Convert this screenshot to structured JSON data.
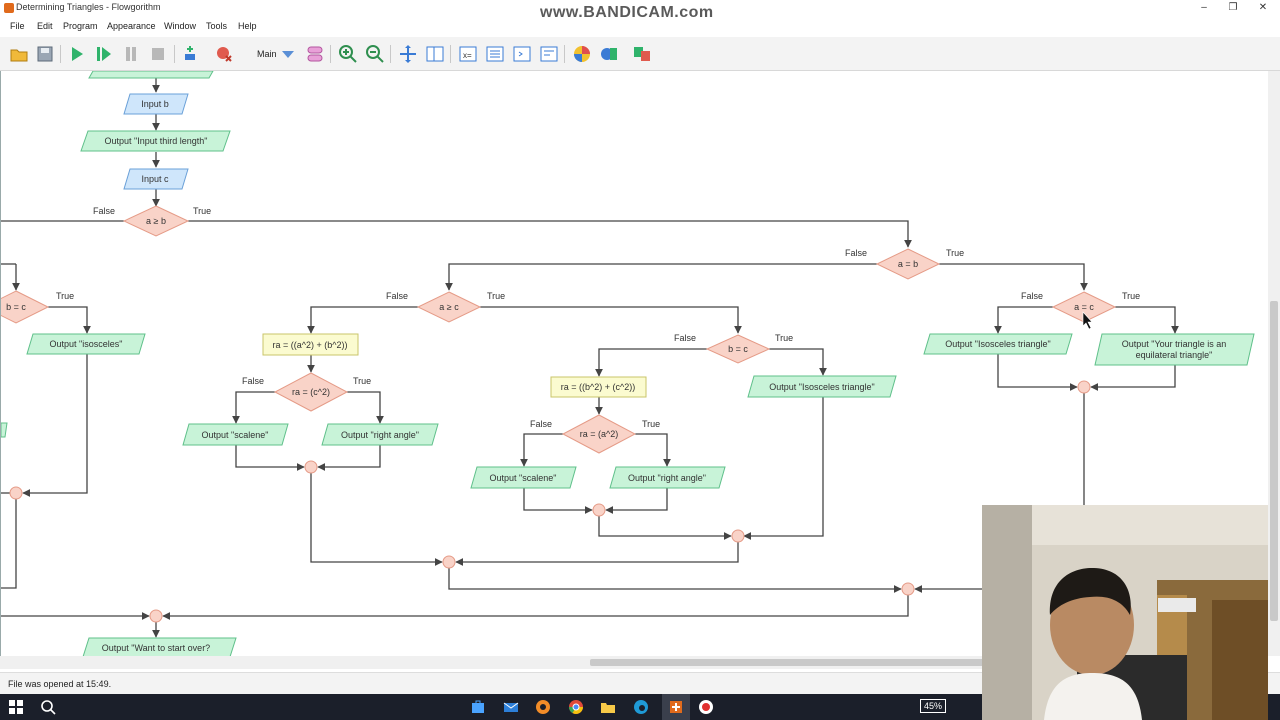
{
  "window": {
    "title": "Determining Triangles - Flowgorithm",
    "watermark": "www.BANDICAM.com"
  },
  "menu": [
    "File",
    "Edit",
    "Program",
    "Appearance",
    "Window",
    "Tools",
    "Help"
  ],
  "toolbar": {
    "function_label": "Main"
  },
  "flow": {
    "input_b": "Input b",
    "output_third": "Output \"Input third length\"",
    "input_c": "Input c",
    "cond_a_ge_b": "a ≥ b",
    "cond_b_eq_c_left": "b = c",
    "output_isosceles_left": "Output \"isosceles\"",
    "cond_a_eq_b": "a = b",
    "cond_a_ge_c": "a ≥ c",
    "assign_ra_1": "ra = ((a^2) + (b^2))",
    "cond_ra_c": "ra = (c^2)",
    "output_scalene_1": "Output \"scalene\"",
    "output_right_1": "Output \"right angle\"",
    "cond_b_eq_c": "b = c",
    "assign_ra_2": "ra = ((b^2) + (c^2))",
    "cond_ra_a": "ra = (a^2)",
    "output_scalene_2": "Output \"scalene\"",
    "output_right_2": "Output \"right angle\"",
    "output_isosceles_mid": "Output \"Isosceles triangle\"",
    "cond_a_eq_c": "a = c",
    "output_isosceles_right": "Output \"Isosceles triangle\"",
    "output_equilateral_1": "Output \"Your triangle is an",
    "output_equilateral_2": "equilateral triangle\"",
    "output_start_over": "Output \"Want to start over?",
    "label_false": "False",
    "label_true": "True"
  },
  "status": {
    "text": "File was opened at 15:49."
  },
  "taskbar": {
    "battery": "45%"
  },
  "colors": {
    "input_fill": "#cfe6fb",
    "input_stroke": "#6aa0d8",
    "output_fill": "#c8f3d8",
    "output_stroke": "#5fc08a",
    "decision_fill": "#f9d3c8",
    "decision_stroke": "#e59b87",
    "assign_fill": "#fbfbd0",
    "assign_stroke": "#c9c46a",
    "line": "#444444"
  }
}
